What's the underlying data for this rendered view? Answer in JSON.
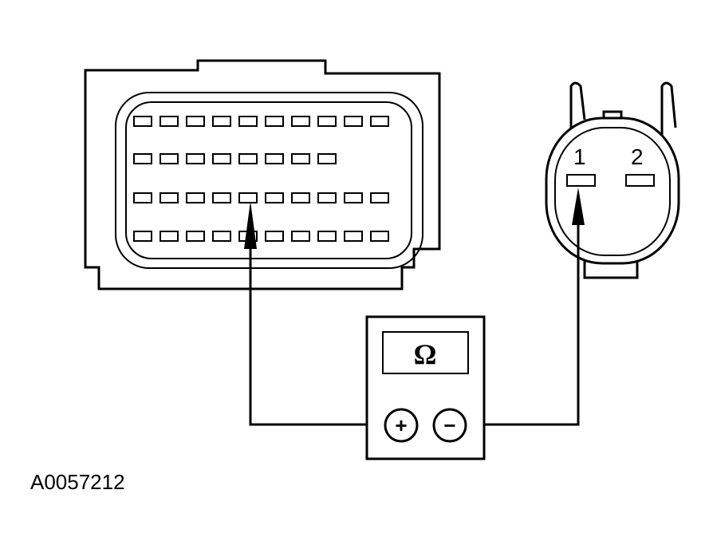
{
  "figure_id": "A0057212",
  "meter": {
    "symbol": "Ω",
    "plus_label": "+",
    "minus_label": "−"
  },
  "sensor_connector": {
    "pin_labels": [
      "1",
      "2"
    ]
  },
  "colors": {
    "ink": "#000000",
    "background": "#ffffff"
  }
}
